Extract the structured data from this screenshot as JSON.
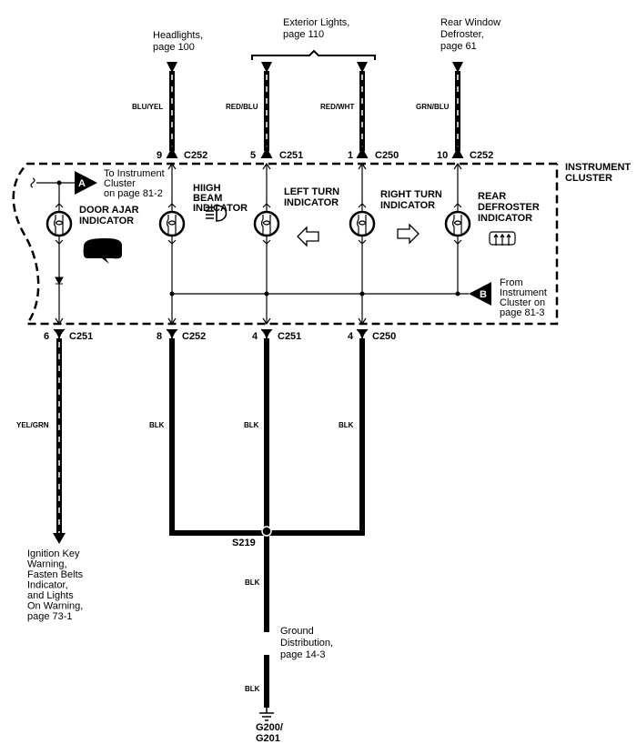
{
  "top_refs": {
    "headlights": [
      "Headlights,",
      "page 100"
    ],
    "exterior": [
      "Exterior Lights,",
      "page 110"
    ],
    "defroster": [
      "Rear Window",
      "Defroster,",
      "page 61"
    ]
  },
  "wire_colors": {
    "w1": "BLU/YEL",
    "w2": "RED/BLU",
    "w3": "RED/WHT",
    "w4": "GRN/BLU",
    "door": "YEL/GRN",
    "blk1": "BLK",
    "blk2": "BLK",
    "blk3": "BLK",
    "blk4": "BLK",
    "blk5": "BLK"
  },
  "top_connectors": [
    {
      "pin": "9",
      "conn": "C252"
    },
    {
      "pin": "5",
      "conn": "C251"
    },
    {
      "pin": "1",
      "conn": "C250"
    },
    {
      "pin": "10",
      "conn": "C252"
    }
  ],
  "bottom_connectors": [
    {
      "pin": "6",
      "conn": "C251"
    },
    {
      "pin": "8",
      "conn": "C252"
    },
    {
      "pin": "4",
      "conn": "C251"
    },
    {
      "pin": "4",
      "conn": "C250"
    }
  ],
  "cluster_label": [
    "INSTRUMENT",
    "CLUSTER"
  ],
  "indicators": {
    "door": [
      "DOOR AJAR",
      "INDICATOR"
    ],
    "high": [
      "HIIGH",
      "BEAM",
      "INDICATOR"
    ],
    "left": [
      "LEFT TURN",
      "INDICATOR"
    ],
    "right": [
      "RIGHT TURN",
      "INDICATOR"
    ],
    "rear": [
      "REAR",
      "DEFROSTER",
      "INDICATOR"
    ]
  },
  "ref_a": {
    "letter": "A",
    "text": [
      "To Instrument",
      "Cluster",
      "on page 81-2"
    ]
  },
  "ref_b": {
    "letter": "B",
    "text": [
      "From",
      "Instrument",
      "Cluster on",
      "page 81-3"
    ]
  },
  "splice": "S219",
  "door_dest": [
    "Ignition Key",
    "Warning,",
    "Fasten Belts",
    "Indicator,",
    "and Lights",
    "On Warning,",
    "page 73-1"
  ],
  "ground_dist": [
    "Ground",
    "Distribution,",
    "page 14-3"
  ],
  "ground": [
    "G200/",
    "G201"
  ]
}
